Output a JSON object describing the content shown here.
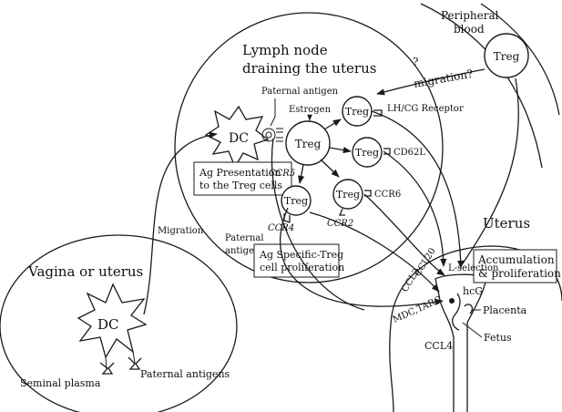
{
  "regions": {
    "peripheral_blood": [
      "Peripheral",
      "blood"
    ],
    "lymph_node": [
      "Lymph node",
      "draining the uterus"
    ],
    "uterus": "Uterus",
    "vagina": "Vagina or uterus"
  },
  "cells": {
    "dc": "DC",
    "treg": "Treg"
  },
  "labels": {
    "paternal_antigen_top": "Paternal antigen",
    "estrogen": "Estrogen",
    "lh_receptor": "LH/CG Receptor",
    "cd62l": "CD62L",
    "ccr5": "CCR5",
    "ccr6": "CCR6",
    "ccr4": "CCR4",
    "ccr2": "CCR2",
    "question": "?",
    "migration_q": "migration?",
    "migration": "Migration",
    "paternal_antigen_lower": [
      "Paternal",
      "antigen"
    ],
    "ccl20": "CCL20",
    "ccl2": "CCL2",
    "l_selection": "L-selection",
    "mdc_tarc": "MDC,TARC",
    "ccl4": "CCL4",
    "hcg": "hcG",
    "placenta": "Placenta",
    "fetus": "Fetus",
    "seminal_plasma": "Seminal plasma",
    "paternal_antigens": "Paternal antigens"
  },
  "boxes": {
    "ag_presentation": [
      "Ag Presentation",
      "to the Treg cells"
    ],
    "ag_specific": [
      "Ag Specific-Treg",
      "cell proliferation"
    ],
    "accumulation": [
      "Accumulation",
      "& proliferation"
    ]
  }
}
